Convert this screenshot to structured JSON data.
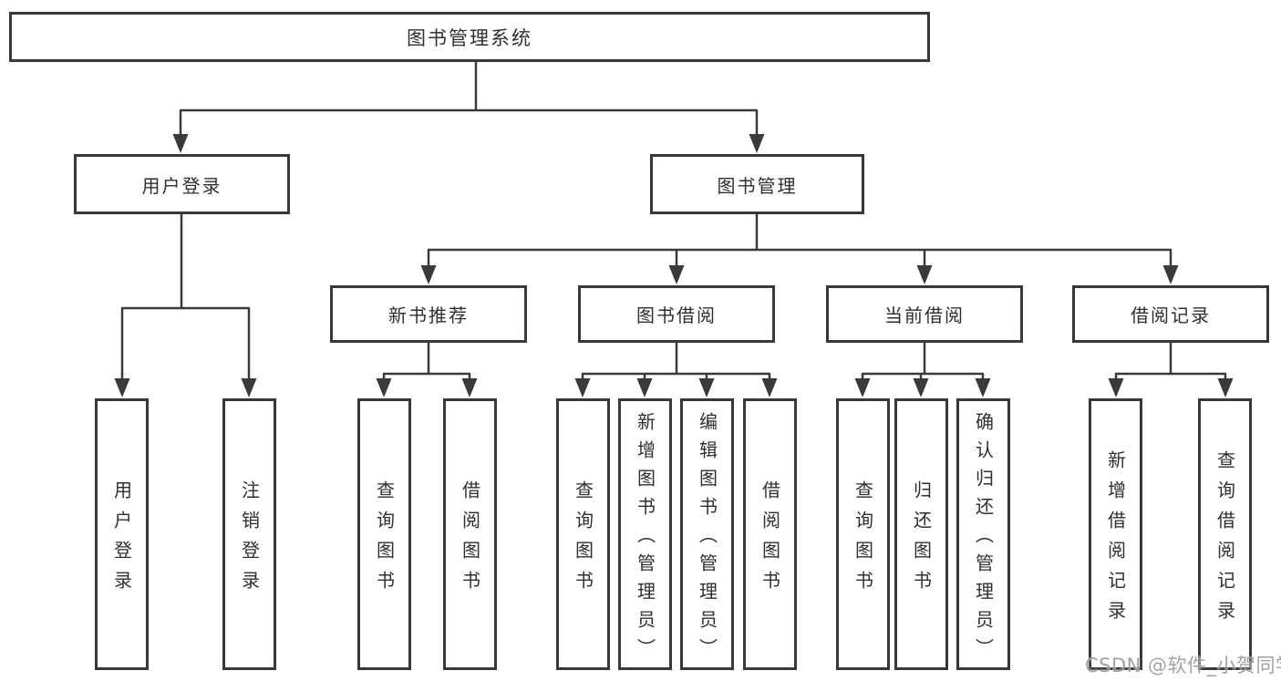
{
  "colors": {
    "line": "#3a3a3a",
    "border": "#383838",
    "text": "#2f2f2f",
    "background": "#ffffff",
    "watermark": "#8c8c8c"
  },
  "tree": {
    "root": "图书管理系统",
    "branches": [
      {
        "label": "用户登录",
        "children": [
          "用户登录",
          "注销登录"
        ]
      },
      {
        "label": "图书管理",
        "sections": [
          {
            "label": "新书推荐",
            "children": [
              "查询图书",
              "借阅图书"
            ]
          },
          {
            "label": "图书借阅",
            "children": [
              "查询图书",
              "新增图书（管理员）",
              "编辑图书（管理员）",
              "借阅图书"
            ]
          },
          {
            "label": "当前借阅",
            "children": [
              "查询图书",
              "归还图书",
              "确认归还（管理员）"
            ]
          },
          {
            "label": "借阅记录",
            "children": [
              "新增借阅记录",
              "查询借阅记录"
            ]
          }
        ]
      }
    ]
  },
  "watermark": "CSDN @软件_小贺同学"
}
